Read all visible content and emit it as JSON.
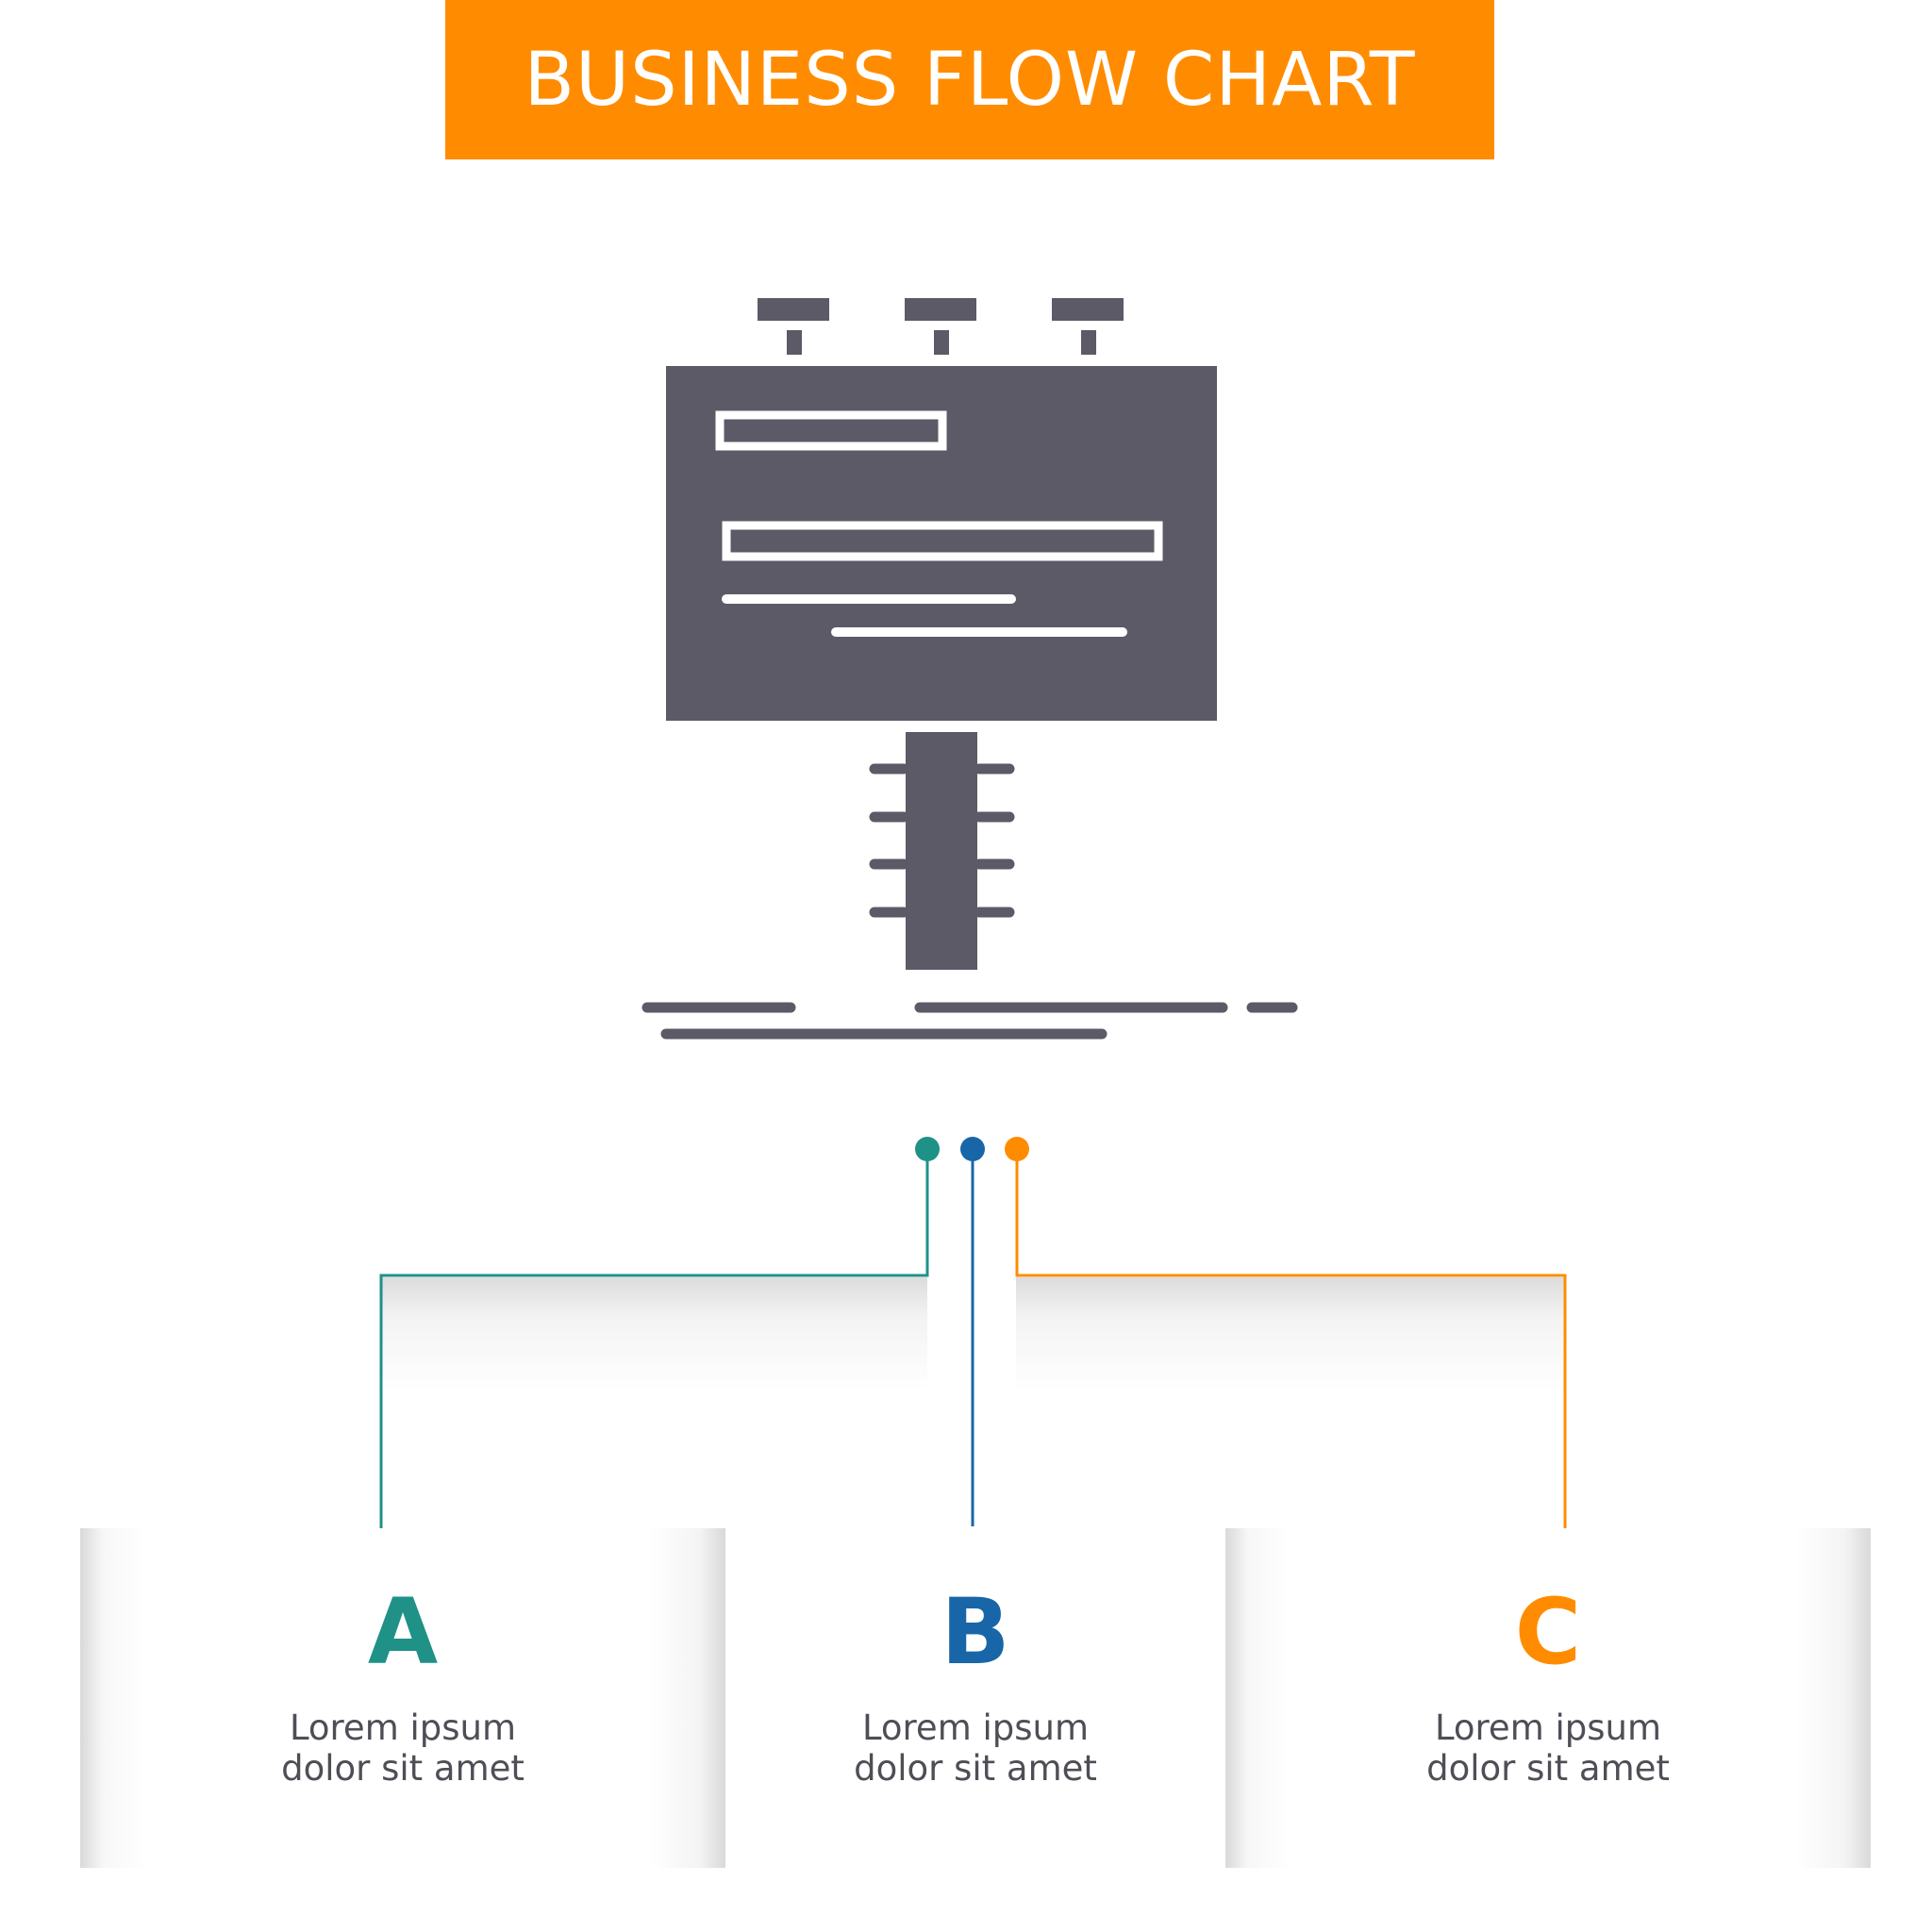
{
  "title": "BUSINESS FLOW CHART",
  "icon": "billboard-icon",
  "colors": {
    "title_bar": "#ff8c00",
    "icon": "#5b5a66",
    "a": "#1f9187",
    "b": "#1866a8",
    "c": "#ff8c00",
    "text": "#4f4d56"
  },
  "steps": [
    {
      "letter": "A",
      "line1": "Lorem ipsum",
      "line2": "dolor sit amet",
      "color": "#1f9187"
    },
    {
      "letter": "B",
      "line1": "Lorem ipsum",
      "line2": "dolor sit amet",
      "color": "#1866a8"
    },
    {
      "letter": "C",
      "line1": "Lorem ipsum",
      "line2": "dolor sit amet",
      "color": "#ff8c00"
    }
  ]
}
